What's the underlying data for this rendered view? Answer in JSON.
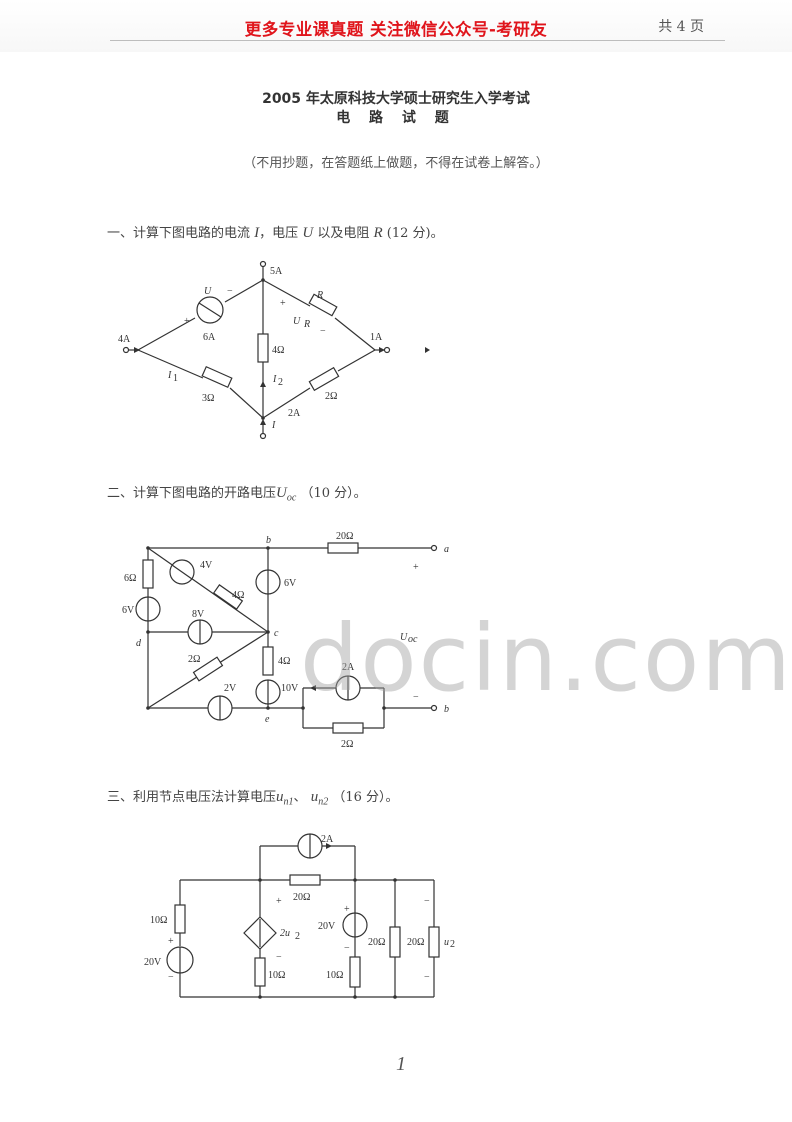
{
  "banner": {
    "text": "更多专业课真题 关注微信公众号-考研友",
    "color": "#e0141b"
  },
  "header": {
    "page_count": "共 4 页"
  },
  "exam": {
    "title": "2005 年太原科技大学硕士研究生入学考试",
    "subject": "电 路 试 题",
    "instructions": "（不用抄题，在答题纸上做题，不得在试卷上解答。）"
  },
  "questions": [
    {
      "number": "一、",
      "text_before": "计算下图电路的电流",
      "var1": "I",
      "sep1": "，电压",
      "var2": "U",
      "sep2": "以及电阻",
      "var3": "R",
      "points": "(12 分)。",
      "figure": {
        "labels": {
          "top_current": "5A",
          "left_current": "4A",
          "right_current": "1A",
          "source_label": "U",
          "source_plus": "+",
          "source_minus": "−",
          "source_current": "6A",
          "resistor_R": "R",
          "UR": "U",
          "UR_sub": "R",
          "UR_plus": "+",
          "UR_minus": "−",
          "r_middle": "4Ω",
          "I2": "I",
          "I2_sub": "2",
          "I1": "I",
          "I1_sub": "1",
          "r_left": "3Ω",
          "r_right": "2Ω",
          "bottom_right_current": "2A",
          "bottom_I": "I"
        }
      }
    },
    {
      "number": "二、",
      "text_before": "计算下图电路的开路电压",
      "var1": "U",
      "var1_sub": "oc",
      "points": "（10 分）。",
      "figure": {
        "labels": {
          "r6": "6Ω",
          "v6_left": "6V",
          "v4": "4V",
          "r4_diag": "4Ω",
          "v8": "8V",
          "r2_diag": "2Ω",
          "v2": "2V",
          "node_b": "b",
          "node_c": "c",
          "node_d": "d",
          "node_e": "e",
          "v6_right": "6V",
          "r4_vert": "4Ω",
          "v10": "10V",
          "r20": "20Ω",
          "term_a": "a",
          "term_b": "b",
          "uoc": "U",
          "uoc_sub": "oc",
          "cs2a": "2A",
          "r2_bottom": "2Ω",
          "plus": "+",
          "minus": "−"
        }
      }
    },
    {
      "number": "三、",
      "text_before": "利用节点电压法计算电压",
      "var1": "u",
      "var1_sub": "n1",
      "sep1": "、",
      "var2": "u",
      "var2_sub": "n2",
      "points": "（16 分）。",
      "figure": {
        "labels": {
          "cs2a": "2A",
          "r20_top": "20Ω",
          "r10_left": "10Ω",
          "v20_left": "20V",
          "dep_source": "2u",
          "dep_sub": "2",
          "r10_mid": "10Ω",
          "v20_mid": "20V",
          "r10_right": "10Ω",
          "r20_a": "20Ω",
          "r20_b": "20Ω",
          "u2": "u",
          "u2_sub": "2",
          "plus": "+",
          "minus": "−"
        }
      }
    }
  ],
  "watermark": "docin.com",
  "footer": {
    "page_number": "1"
  }
}
